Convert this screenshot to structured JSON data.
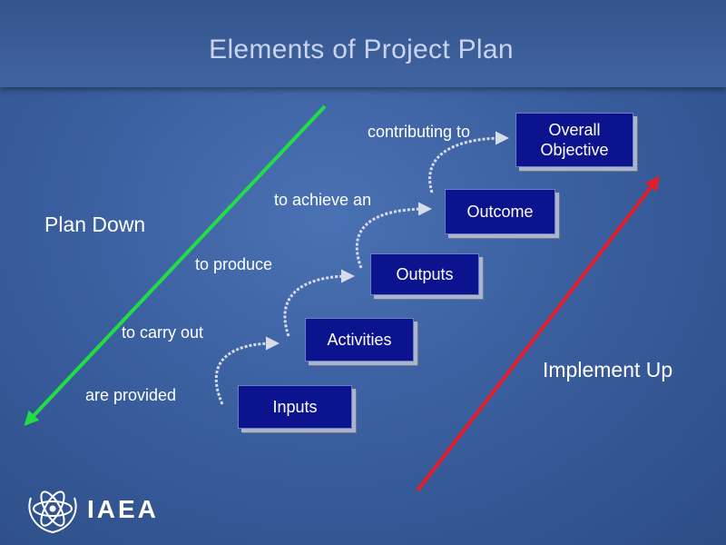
{
  "title": "Elements of Project Plan",
  "side_labels": {
    "plan_down": "Plan Down",
    "implement_up": "Implement Up"
  },
  "boxes": {
    "overall_objective": "Overall Objective",
    "outcome": "Outcome",
    "outputs": "Outputs",
    "activities": "Activities",
    "inputs": "Inputs"
  },
  "connectors": {
    "are_provided": "are provided",
    "to_carry_out": "to carry out",
    "to_produce": "to produce",
    "to_achieve_an": "to achieve an",
    "contributing_to": "contributing to"
  },
  "logo": {
    "text": "IAEA"
  },
  "colors": {
    "background": "#3a5f9f",
    "box_fill": "#0c138e",
    "plan_down_arrow": "#22dd44",
    "implement_up_arrow": "#e01f2a",
    "curve_arrow": "#d8dce8"
  }
}
